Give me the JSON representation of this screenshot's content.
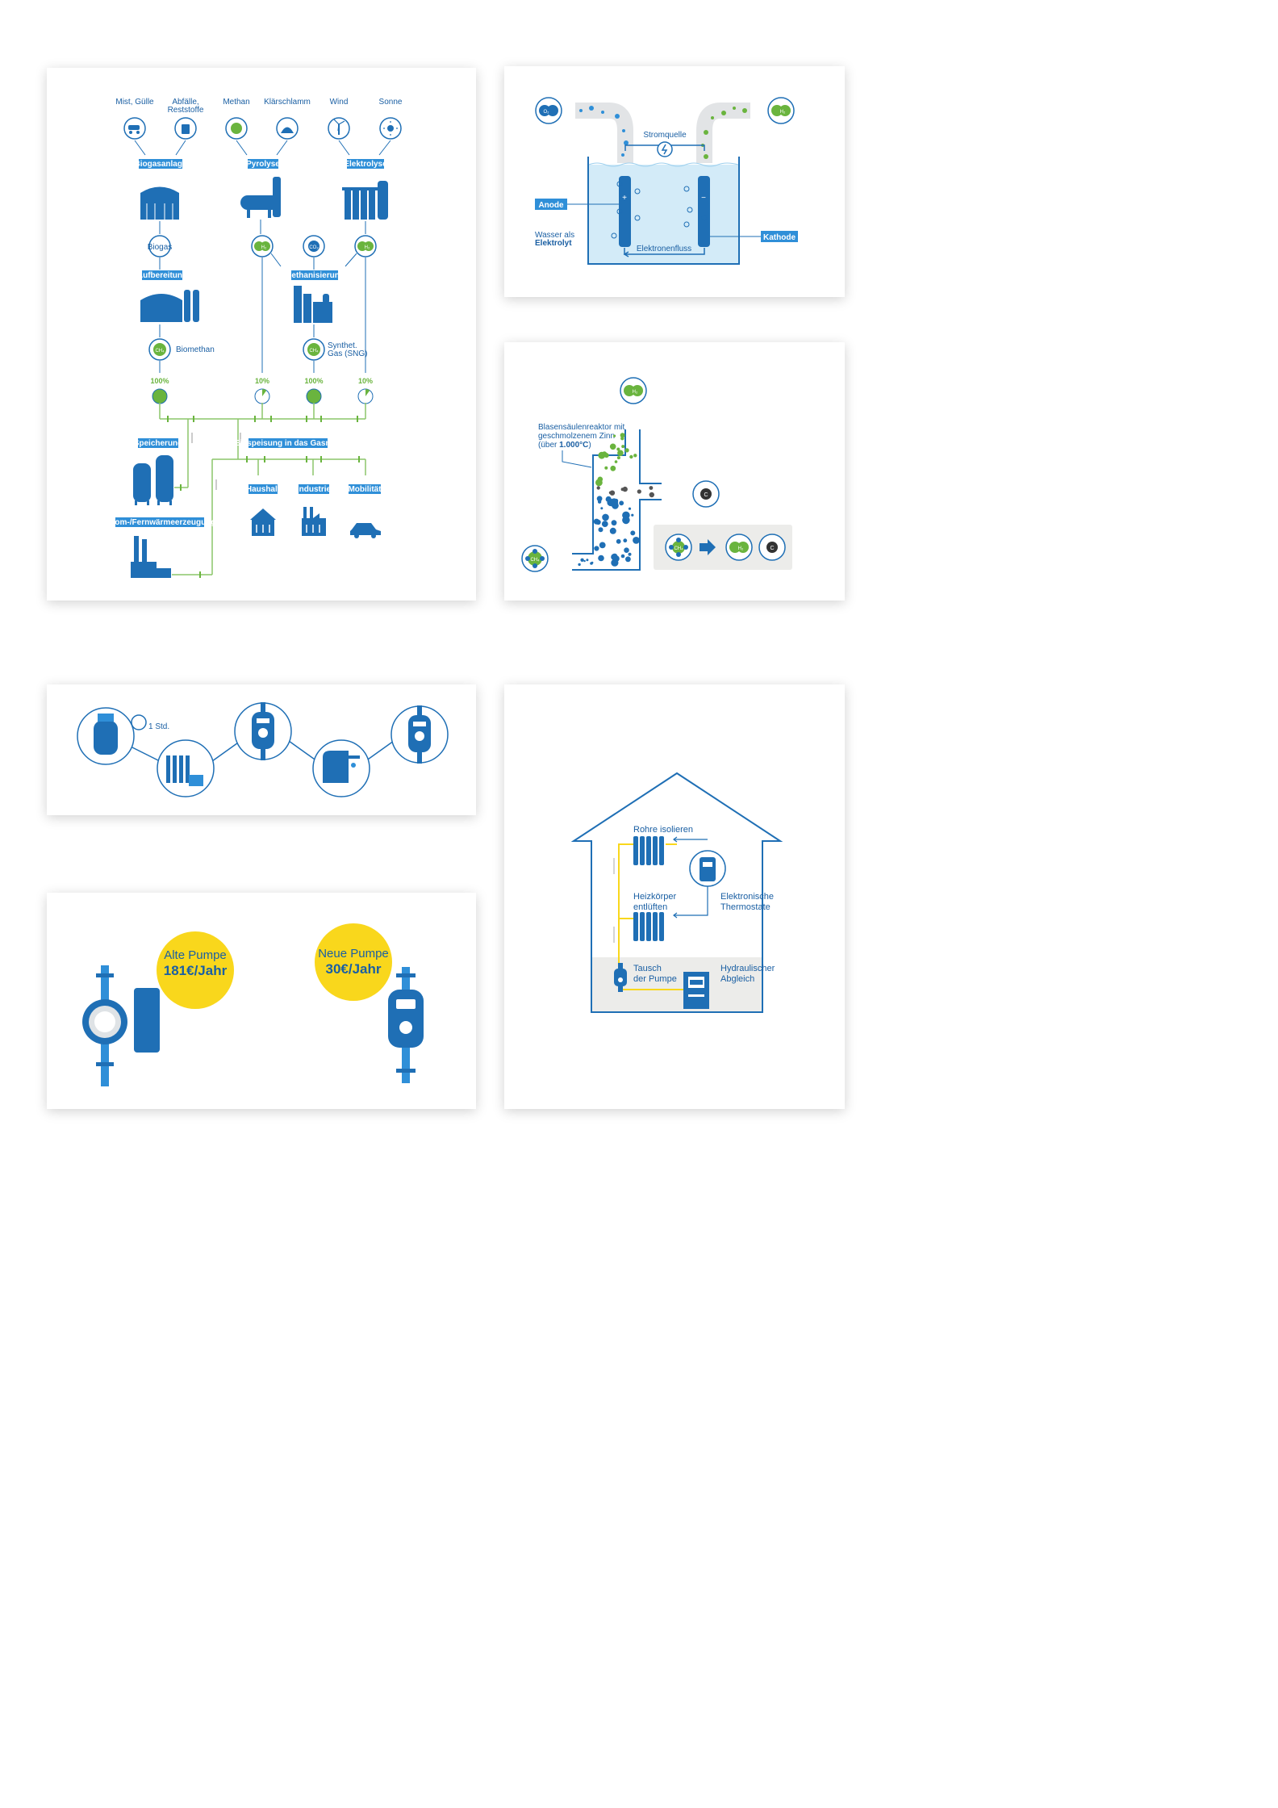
{
  "colors": {
    "blue": "#1f6fb5",
    "dark_blue": "#155a99",
    "light_blue": "#2f8fd8",
    "green": "#6ab43e",
    "yellow": "#f9d71c",
    "grey_bg": "#ececea",
    "water": "#d3ebf8"
  },
  "card1": {
    "sources": [
      "Mist, Gülle",
      "Abfälle,",
      "Reststoffe",
      "Methan",
      "Klärschlamm",
      "Wind",
      "Sonne"
    ],
    "tags": {
      "biogasanlage": "Biogasanlage",
      "pyrolyse": "Pyrolyse",
      "elektrolyse": "Elektrolyse",
      "aufbereitung": "Aufbereitung",
      "methanisierung": "Methanisierung",
      "speicherung": "Speicherung",
      "einspeisung": "Einspeisung in das Gasnetz",
      "haushalt": "Haushalt",
      "industrie": "Industrie",
      "mobilitaet": "Mobilität",
      "strom": "Strom-/Fernwärmeerzeugung"
    },
    "labels": {
      "biogas": "Biogas",
      "biomethan": "Biomethan",
      "synthet_1": "Synthet.",
      "synthet_2": "Gas (SNG)",
      "ch4": "CH₄",
      "h2": "H₂",
      "co2": "CO₂"
    },
    "percentages": [
      {
        "label": "100%",
        "value": 100
      },
      {
        "label": "10%",
        "value": 10
      },
      {
        "label": "100%",
        "value": 100
      },
      {
        "label": "10%",
        "value": 10
      }
    ]
  },
  "card2": {
    "o2": "O₂",
    "h2": "H₂",
    "stromquelle": "Stromquelle",
    "anode": "Anode",
    "kathode": "Kathode",
    "wasser_1": "Wasser als",
    "wasser_2": "Elektrolyt",
    "elektronenfluss": "Elektronenfluss"
  },
  "card3": {
    "h2": "H₂",
    "ch4": "CH₄",
    "c": "C",
    "reactor_1": "Blasensäulenreaktor mit",
    "reactor_2": "geschmolzenem Zinn",
    "reactor_3a": "(über ",
    "reactor_3b": "1.000°C",
    "reactor_3c": ")"
  },
  "card4": {
    "timer": "1 Std."
  },
  "card5": {
    "old_title": "Alte Pumpe",
    "old_price": "181€/Jahr",
    "new_title": "Neue Pumpe",
    "new_price": "30€/Jahr"
  },
  "card6": {
    "rohre": "Rohre isolieren",
    "heiz_1": "Heizkörper",
    "heiz_2": "entlüften",
    "elek_1": "Elektronische",
    "elek_2": "Thermostate",
    "tausch_1": "Tausch",
    "tausch_2": "der Pumpe",
    "hydr_1": "Hydraulischer",
    "hydr_2": "Abgleich"
  }
}
